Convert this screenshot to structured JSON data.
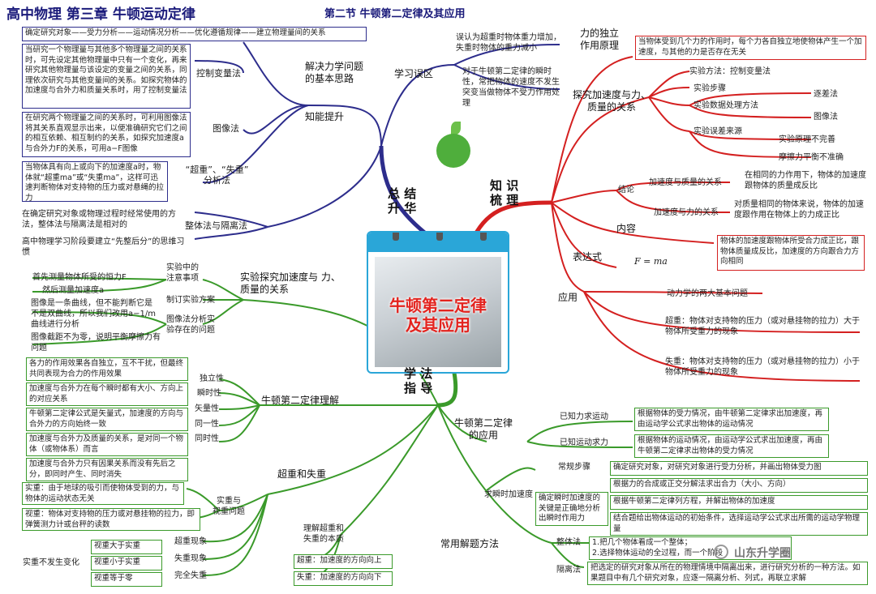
{
  "header": {
    "title": "高中物理   第三章   牛顿运动定律",
    "subtitle": "第二节   牛顿第二定律及其应用"
  },
  "colors": {
    "blue": "#2d2d8c",
    "red": "#d42020",
    "green": "#3a9a2a"
  },
  "center": {
    "line1": "牛顿第二定律",
    "line2": "及其应用"
  },
  "branches": {
    "summary": "总 结\n升 华",
    "knowledge": "知 识\n梳 理",
    "method": "学 法\n指 导"
  },
  "summary_branch": {
    "knowledge_up": "知能提升",
    "basic_idea": "解决力学问题\n的基本思路",
    "flow": "确定研究对象——受力分析——运动情况分析——优化遵循规律——建立物理量间的关系",
    "control": "控制变量法",
    "control_desc": "当研究一个物理量与其他多个物理量之间的关系时，可先设定其他物理量中只有一个变化，再来研究其他物理量与该设定的变量之间的关系，同理依次研究与其他变量间的关系。如探究物体的加速度与合外力和质量关系时，用了控制变量法",
    "image": "图像法",
    "image_desc": "在研究两个物理量之间的关系时，可利用图像法将其关系直观显示出来，以便准确研究它们之间的相互依赖、相互制约的关系，如探究加速度a与合外力F的关系，可用a−F图像",
    "over": "“超重”、“失重”\n分析法",
    "over_desc": "当物体具有向上或向下的加速度a时，物体就“超重ma”或“失重ma”，这样可迅速判断物体对支持物的压力或对悬绳的拉力",
    "whole": "整体法与隔离法",
    "whole_desc": "在确定研究对象或物理过程时经常使用的方法，整体法与隔离法是相对的",
    "first": "高中物理学习阶段要建立“先整后分”的思维习惯",
    "mistake": "学习误区",
    "mistake1": "误认为超重时物体重力增加，失重时物体的重力减小",
    "mistake2": "对于牛顿第二定律的瞬时性，常把物体的速度不发生突变当做物体不受力作用处理"
  },
  "knowledge_branch": {
    "independent": "力的独立\n作用原理",
    "independent_desc": "当物体受到几个力的作用时，每个力各自独立地使物体产生一个加速度，与其他的力是否存在无关",
    "explore": "探究加速度与力、\n质量的关系",
    "method": "实验方法：控制变量法",
    "steps": "实验步骤",
    "data": "实验数据处理方法",
    "diff": "逐差法",
    "graph": "图像法",
    "error": "实验误差来源",
    "err1": "实验原理不完善",
    "err2": "摩擦力平衡不准确",
    "conclusion": "结论",
    "acc_mass": "加速度与质量的关系",
    "acc_mass_desc": "在相同的力作用下，物体的加速度跟物体的质量成反比",
    "acc_force": "加速度与力的关系",
    "acc_force_desc": "对质量相同的物体来说，物体的加速度跟作用在物体上的力成正比",
    "content": "内容",
    "content_desc": "物体的加速度跟物体所受合力成正比，跟物体质量成反比，加速度的方向跟合力方向相同",
    "expression": "表达式",
    "formula": "F = ma",
    "application": "应用",
    "app1": "动力学的两大基本问题",
    "app2": "超重：物体对支持物的压力（或对悬挂物的拉力）大于物体所受重力的现象",
    "app3": "失重：物体对支持物的压力（或对悬挂物的拉力）小于物体所受重力的现象"
  },
  "method_branch": {
    "exp_title": "实验探究加速度与 力、\n质量的关系",
    "notes": "实验中的\n注意事项",
    "plan": "制订实验方案",
    "analysis": "图像法分析实\n验存在的问题",
    "n1": "首先测量物体所受的恒力F",
    "n2": "然后测量加速度a",
    "n3": "图像是一条曲线，但不能判断它是不是双曲线，所以我们改用a−1/m曲线进行分析",
    "n4": "图像截距不为零，说明平衡摩擦力有问题",
    "understand": "牛顿第二定律理解",
    "u1": "独立性",
    "u2": "瞬时性",
    "u3": "矢量性",
    "u4": "同一性",
    "u5": "同时性",
    "d1": "各力的作用效果各自独立，互不干扰，但最终共同表现为合力的作用效果",
    "d2": "加速度与合外力在每个瞬时都有大小、方向上的对应关系",
    "d3": "牛顿第二定律公式是矢量式，加速度的方向与合外力的方向始终一致",
    "d4": "加速度与合外力及质量的关系，是对同一个物体（或物体系）而言",
    "d5": "加速度与合外力只有因果关系而没有先后之分，即同时产生、同时消失",
    "overweight": "超重和失重",
    "real": "实重与\n视重问题",
    "real_desc": "实重：由于地球的吸引而使物体受到的力，与物体的运动状态无关",
    "view_desc": "视重：物体对支持物的压力或对悬挂物的拉力，即弹簧测力计或台秤的读数",
    "ow": "超重现象",
    "uw": "失重现象",
    "cw": "完全失重",
    "nochange": "实重不发生变化",
    "v1": "视重大于实重",
    "v2": "视重小于实重",
    "v3": "视重等于零",
    "essence": "理解超重和\n失重的本质",
    "e1": "超重：加速度的方向向上",
    "e2": "失重：加速度的方向向下",
    "apply": "牛顿第二定律\n的应用",
    "known_force": "已知力求运动",
    "known_force_desc": "根据物体的受力情况，由牛顿第二定律求出加速度，再由运动学公式求出物体的运动情况",
    "known_motion": "已知运动求力",
    "known_motion_desc": "根据物体的运动情况，由运动学公式求出加速度，再由牛顿第二定律求出物体的受力情况",
    "steps": "常规步骤",
    "s1": "确定研究对象，对研究对象进行受力分析，并画出物体受力图",
    "s2": "根据力的合成或正交分解法求出合力（大小、方向）",
    "s3": "根据牛顿第二定律列方程，并解出物体的加速度",
    "s4": "结合题给出物体运动的初始条件，选择运动学公式求出所需的运动学物理量",
    "instant": "求瞬时加速度",
    "instant_desc": "确定瞬时加速度的关键是正确地分析出瞬时作用力",
    "common": "常用解题方法",
    "whole": "整体法",
    "whole_desc": "1.把几个物体看成一个整体；\n2.选择物体运动的全过程，而一个阶段",
    "isolate": "隔离法",
    "isolate_desc": "把选定的研究对象从所在的物理情境中隔离出来，进行研究分析的一种方法。如果题目中有几个研究对象，应逐一隔离分析、列式，再联立求解"
  },
  "watermark": "山东升学圈"
}
